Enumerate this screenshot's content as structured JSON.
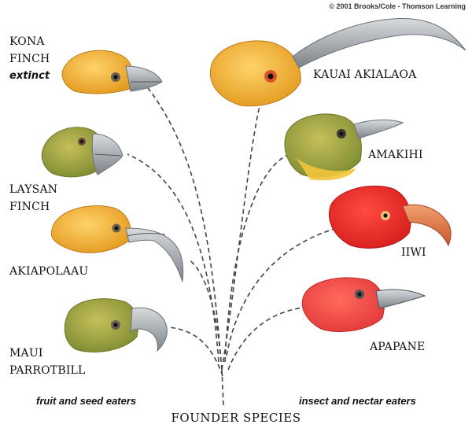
{
  "copyright": "© 2001 Brooks/Cole - Thomson Learning",
  "root_label": "FOUNDER SPECIES",
  "groups": {
    "left": "fruit and seed eaters",
    "right": "insect and nectar eaters"
  },
  "birds": [
    {
      "name": "KONA\nFINCH",
      "note": "extinct"
    },
    {
      "name": "LAYSAN\nFINCH"
    },
    {
      "name": "AKIAPOLAAU"
    },
    {
      "name": "MAUI\nPARROTBILL"
    },
    {
      "name": "KAUAI AKIALAOA"
    },
    {
      "name": "AMAKIHI"
    },
    {
      "name": "IIWI"
    },
    {
      "name": "APAPANE"
    }
  ],
  "colors": {
    "yellow_plumage": "#f3b83d",
    "olive_plumage": "#a7a84a",
    "red_plumage": "#e02a2a",
    "beak_gray": "#9aa0a6",
    "beak_orange": "#e07a4a",
    "dashed_line": "#444444"
  }
}
